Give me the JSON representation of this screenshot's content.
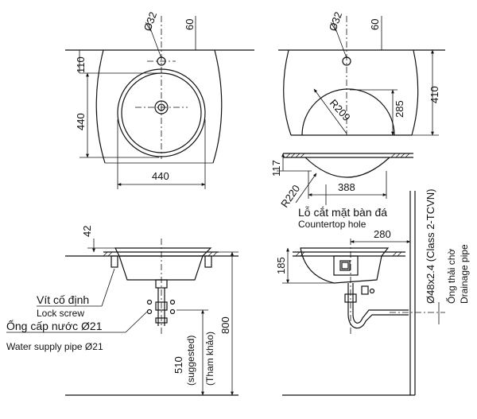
{
  "dimensions": {
    "top_left": {
      "hole_diameter": "Ø32",
      "hole_offset": "60",
      "top_gap": "110",
      "bowl_height": "440",
      "bowl_width": "440"
    },
    "top_right": {
      "hole_diameter": "Ø32",
      "hole_offset": "60",
      "radius": "R209",
      "depth_285": "285",
      "depth_410": "410"
    },
    "cutout": {
      "thickness": "117",
      "radius": "R220",
      "width": "388"
    },
    "front": {
      "top_42": "42",
      "height_800": "800",
      "supply_height": "510"
    },
    "side": {
      "depth_185": "185",
      "drain_280": "280",
      "drain_pipe": "Ø48x2.4 (Class 2-TCVN)"
    }
  },
  "labels": {
    "countertop_hole_vi": "Lỗ cắt mặt bàn đá",
    "countertop_hole_en": "Countertop hole",
    "lock_screw_vi": "Vít cố định",
    "lock_screw_en": "Lock screw",
    "supply_pipe_vi": "Ống cấp nước Ø21",
    "supply_pipe_en": "Water supply pipe Ø21",
    "suggested": "(suggested)",
    "tham_khao": "(Tham khảo)",
    "drainage_vi": "Ống thải chờ",
    "drainage_en": "Drainage pipe"
  }
}
